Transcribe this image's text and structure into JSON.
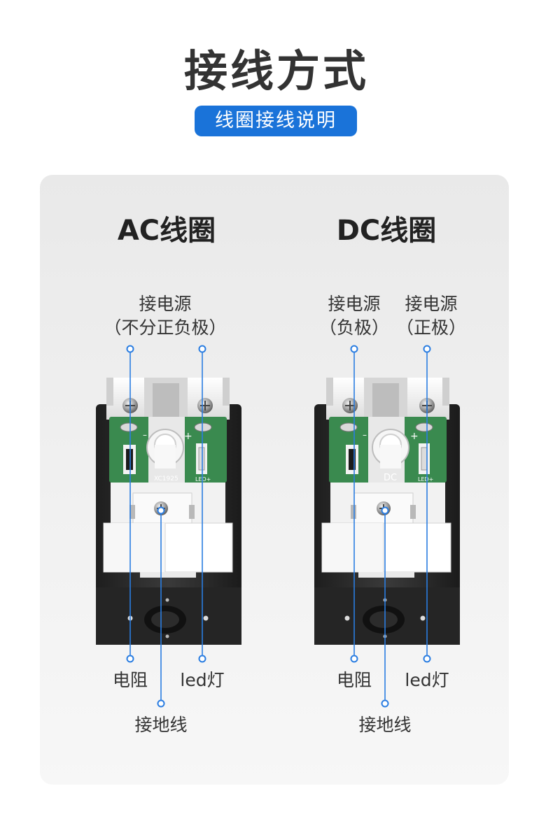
{
  "header": {
    "title": "接线方式",
    "badge": "线圈接线说明"
  },
  "ac": {
    "title": "AC线圈",
    "power_label": "接电源",
    "power_note": "（不分正负极）",
    "board_text": "XC1925",
    "led_text": "LED+",
    "resistor_label": "电阻",
    "led_label": "led灯",
    "ground_label": "接地线"
  },
  "dc": {
    "title": "DC线圈",
    "power_neg_label": "接电源",
    "power_neg_note": "（负极）",
    "power_pos_label": "接电源",
    "power_pos_note": "（正极）",
    "board_text": "DC",
    "led_text": "LED+",
    "resistor_label": "电阻",
    "led_label": "led灯",
    "ground_label": "接地线"
  },
  "colors": {
    "accent": "#1a73d9",
    "pcb": "#3a8a4f",
    "housing": "#2a2a2a",
    "leader": "#2a7de1"
  }
}
